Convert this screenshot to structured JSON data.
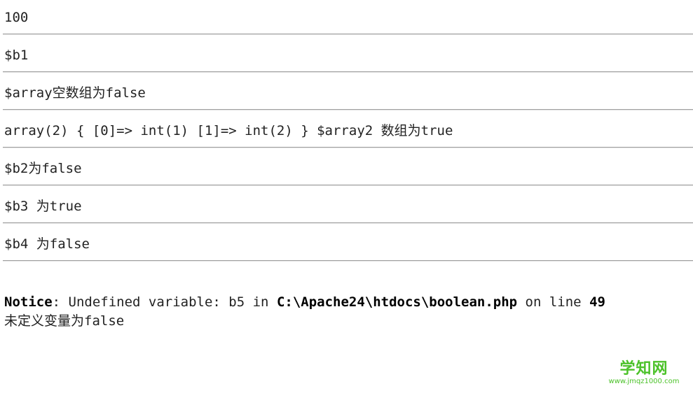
{
  "output_lines": [
    "100",
    "$b1",
    "$array空数组为false",
    "array(2) { [0]=> int(1) [1]=> int(2) } $array2 数组为true",
    "$b2为false",
    "$b3 为true",
    "$b4 为false"
  ],
  "notice": {
    "label": "Notice",
    "message": ": Undefined variable: b5 in ",
    "file": "C:\\Apache24\\htdocs\\boolean.php",
    "on_line": " on line ",
    "line_number": "49",
    "after": "未定义变量为false"
  },
  "watermark": {
    "title": "学知网",
    "url": "www.jmqz1000.com"
  },
  "colors": {
    "text": "#222222",
    "rule": "#a0a0a0",
    "watermark": "#4cc22a"
  }
}
